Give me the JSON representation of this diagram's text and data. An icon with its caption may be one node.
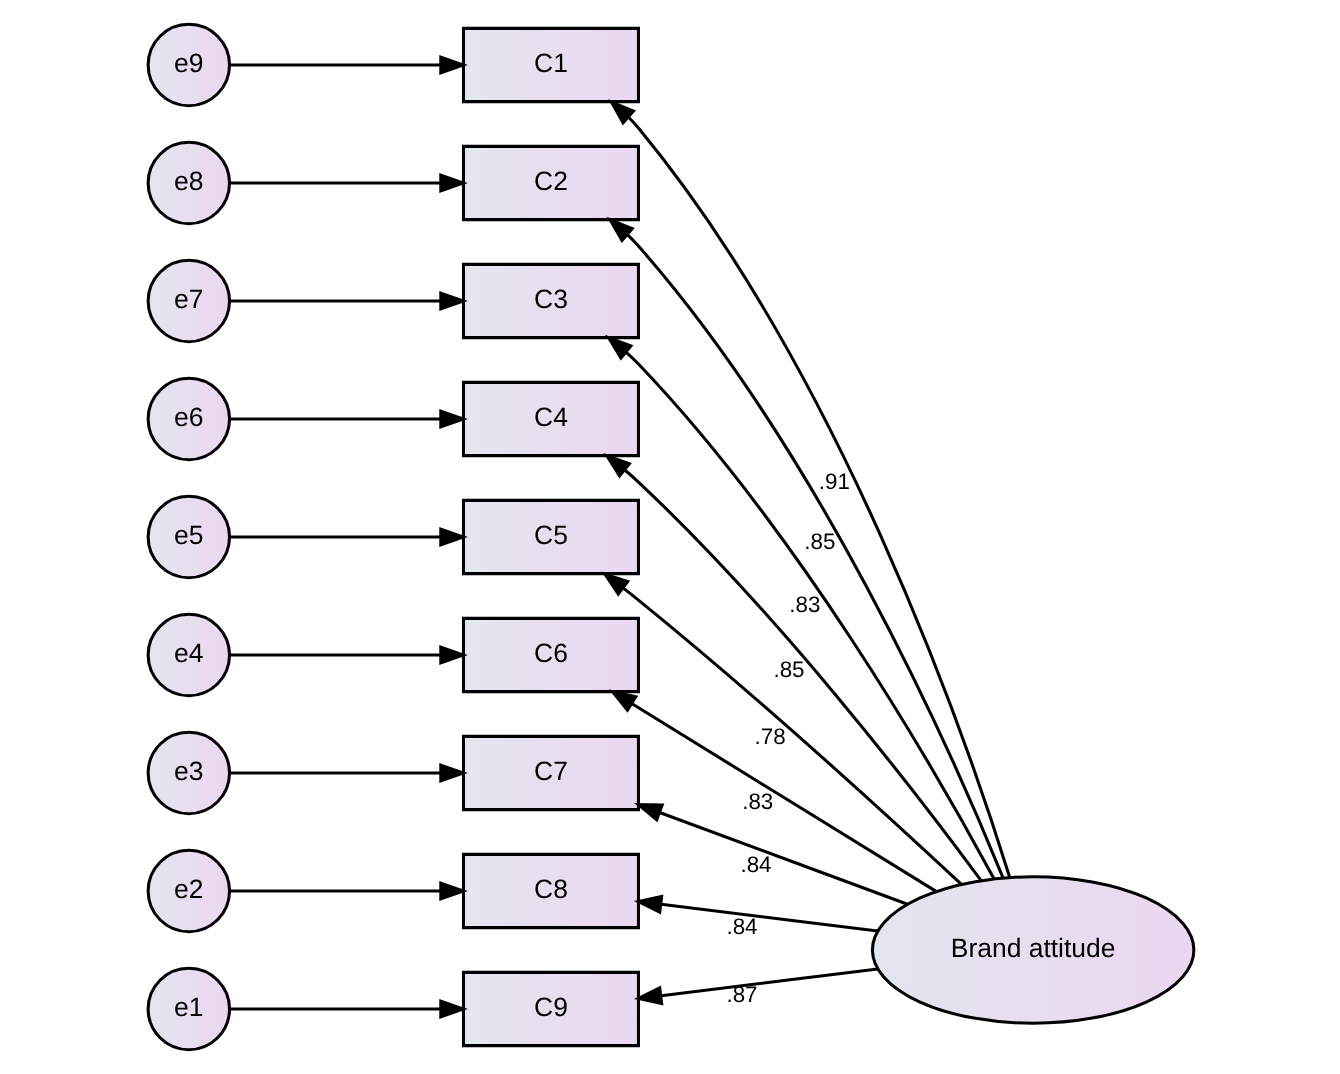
{
  "diagram": {
    "nodes": [
      {
        "text": [
          "e9"
        ]
      },
      {
        "text": [
          "e8"
        ]
      },
      {
        "text": [
          "e7"
        ]
      },
      {
        "text": [
          "e6"
        ]
      },
      {
        "text": [
          "e5"
        ]
      },
      {
        "text": [
          "e4"
        ]
      },
      {
        "text": [
          "e3"
        ]
      },
      {
        "text": [
          "e2"
        ]
      },
      {
        "text": [
          "e1"
        ]
      },
      {
        "text": [
          "C1"
        ]
      },
      {
        "text": [
          "C2"
        ]
      },
      {
        "text": [
          "C3"
        ]
      },
      {
        "text": [
          "C4"
        ]
      },
      {
        "text": [
          "C5"
        ]
      },
      {
        "text": [
          "C6"
        ]
      },
      {
        "text": [
          "C7"
        ]
      },
      {
        "text": [
          "C8"
        ]
      },
      {
        "text": [
          "C9"
        ]
      },
      {
        "text": [
          "Brand attitude"
        ]
      }
    ],
    "edges": [
      {
        "from": 0,
        "to": 9,
        "arrow": "to"
      },
      {
        "from": 1,
        "to": 10,
        "arrow": "to"
      },
      {
        "from": 2,
        "to": 11,
        "arrow": "to"
      },
      {
        "from": 3,
        "to": 12,
        "arrow": "to"
      },
      {
        "from": 4,
        "to": 13,
        "arrow": "to"
      },
      {
        "from": 5,
        "to": 14,
        "arrow": "to"
      },
      {
        "from": 6,
        "to": 15,
        "arrow": "to"
      },
      {
        "from": 7,
        "to": 16,
        "arrow": "to"
      },
      {
        "from": 8,
        "to": 17,
        "arrow": "to"
      },
      {
        "from": 18,
        "to": 9,
        "arrow": "to",
        "label": ".91"
      },
      {
        "from": 18,
        "to": 10,
        "arrow": "to",
        "label": ".85"
      },
      {
        "from": 18,
        "to": 11,
        "arrow": "to",
        "label": ".83"
      },
      {
        "from": 18,
        "to": 12,
        "arrow": "to",
        "label": ".85"
      },
      {
        "from": 18,
        "to": 13,
        "arrow": "to",
        "label": ".78"
      },
      {
        "from": 18,
        "to": 14,
        "arrow": "to",
        "label": ".83"
      },
      {
        "from": 18,
        "to": 15,
        "arrow": "to",
        "label": ".84"
      },
      {
        "from": 18,
        "to": 16,
        "arrow": "to",
        "label": ".84"
      },
      {
        "from": 18,
        "to": 17,
        "arrow": "to",
        "label": ".87"
      }
    ]
  }
}
